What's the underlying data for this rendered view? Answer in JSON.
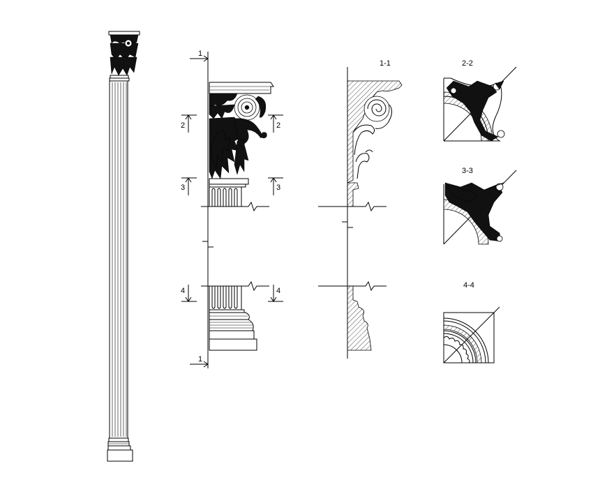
{
  "section_labels": {
    "cut_1_top": "1",
    "cut_1_bottom": "1",
    "cut_2_left": "2",
    "cut_2_right": "2",
    "cut_3_left": "3",
    "cut_3_right": "3",
    "cut_4_left": "4",
    "cut_4_right": "4"
  },
  "view_titles": {
    "section_1_1": "1-1",
    "section_2_2": "2-2",
    "section_3_3": "3-3",
    "section_4_4": "4-4"
  },
  "colors": {
    "line": "#000000",
    "background": "#ffffff"
  }
}
